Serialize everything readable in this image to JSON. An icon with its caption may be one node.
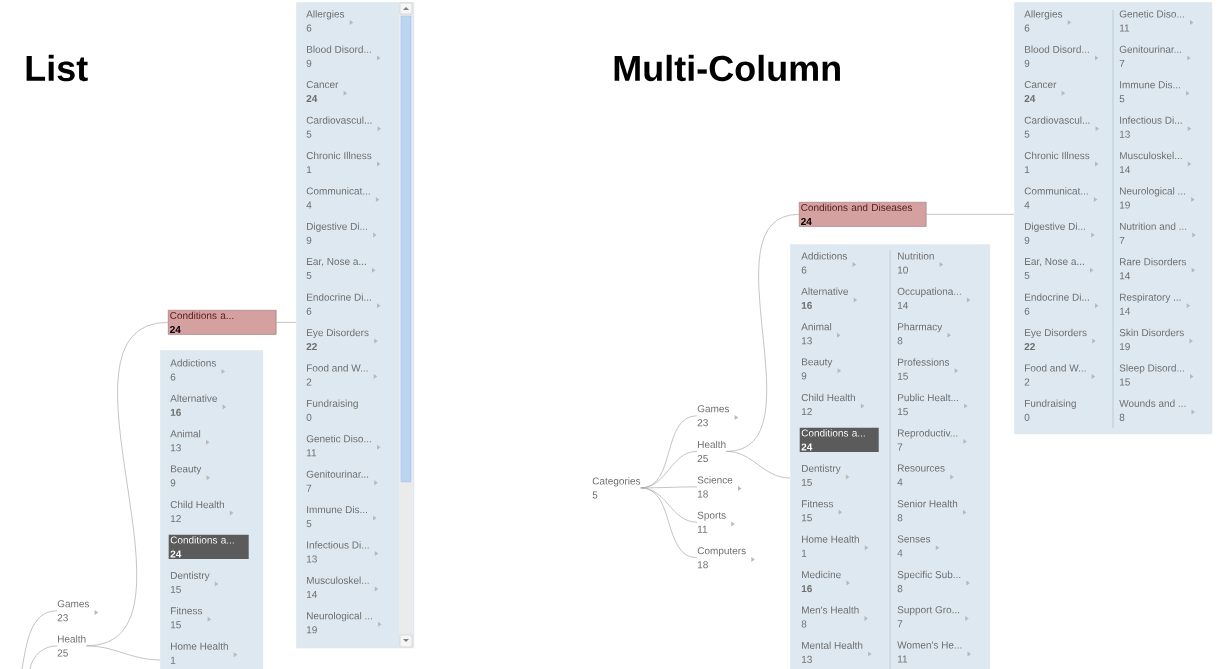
{
  "diagram": {
    "nodes": [
      {
        "text": [
          "Games",
          "23"
        ]
      },
      {
        "text": [
          "Health",
          "25"
        ]
      },
      {
        "text": [
          "Conditions a...",
          "**24**"
        ]
      },
      {
        "text": [],
        "shape": "box"
      },
      {
        "text": [
          "Addictions",
          "6"
        ],
        "in": 3
      },
      {
        "text": [
          "Alternative",
          "**16**"
        ],
        "in": 3
      },
      {
        "text": [
          "Animal",
          "13"
        ],
        "in": 3
      },
      {
        "text": [
          "Beauty",
          "9"
        ],
        "in": 3
      },
      {
        "text": [
          "Child Health",
          "12"
        ],
        "in": 3
      },
      {
        "text": [
          "Conditions a...",
          "**24**"
        ],
        "in": 3
      },
      {
        "text": [
          "Dentistry",
          "15"
        ],
        "in": 3
      },
      {
        "text": [
          "Fitness",
          "15"
        ],
        "in": 3
      },
      {
        "text": [
          "Home Health",
          "1"
        ],
        "in": 3
      },
      {
        "text": [],
        "shape": "box"
      },
      {
        "text": [
          "Allergies",
          "6"
        ],
        "in": 13
      },
      {
        "text": [
          "Blood Disord...",
          "9"
        ],
        "in": 13
      },
      {
        "text": [
          "Cancer",
          "**24**"
        ],
        "in": 13
      },
      {
        "text": [
          "Cardiovascul...",
          "5"
        ],
        "in": 13
      },
      {
        "text": [
          "Chronic Illness",
          "1"
        ],
        "in": 13
      },
      {
        "text": [
          "Communicat...",
          "4"
        ],
        "in": 13
      },
      {
        "text": [
          "Digestive Di...",
          "9"
        ],
        "in": 13
      },
      {
        "text": [
          "Ear, Nose a...",
          "5"
        ],
        "in": 13
      },
      {
        "text": [
          "Endocrine Di...",
          "6"
        ],
        "in": 13
      },
      {
        "text": [
          "Eye Disorders",
          "**22**"
        ],
        "in": 13
      },
      {
        "text": [
          "Food and W...",
          "2"
        ],
        "in": 13
      },
      {
        "text": [
          "Fundraising",
          "0"
        ],
        "in": 13
      },
      {
        "text": [
          "Genetic Diso...",
          "11"
        ],
        "in": 13
      },
      {
        "text": [
          "Genitourinar...",
          "7"
        ],
        "in": 13
      },
      {
        "text": [
          "Immune Dis...",
          "5"
        ],
        "in": 13
      },
      {
        "text": [
          "Infectious Di...",
          "13"
        ],
        "in": 13
      },
      {
        "text": [
          "Musculoskel...",
          "14"
        ],
        "in": 13
      },
      {
        "text": [
          "Neurological ...",
          "19"
        ],
        "in": 13
      },
      {
        "text": [
          "Categories",
          "5"
        ]
      },
      {
        "text": [
          "Games",
          "23"
        ]
      },
      {
        "text": [
          "Health",
          "25"
        ]
      },
      {
        "text": [
          "Science",
          "18"
        ]
      },
      {
        "text": [
          "Sports",
          "11"
        ]
      },
      {
        "text": [
          "Computers",
          "18"
        ]
      },
      {
        "text": [
          "Conditions and Diseases",
          "**24**"
        ]
      },
      {
        "text": [],
        "shape": "box"
      },
      {
        "text": [
          "Addictions",
          "6"
        ],
        "in": 39
      },
      {
        "text": [
          "Alternative",
          "**16**"
        ],
        "in": 39
      },
      {
        "text": [
          "Animal",
          "13"
        ],
        "in": 39
      },
      {
        "text": [
          "Beauty",
          "9"
        ],
        "in": 39
      },
      {
        "text": [
          "Child Health",
          "12"
        ],
        "in": 39
      },
      {
        "text": [
          "Conditions a...",
          "**24**"
        ],
        "in": 39
      },
      {
        "text": [
          "Dentistry",
          "15"
        ],
        "in": 39
      },
      {
        "text": [
          "Fitness",
          "15"
        ],
        "in": 39
      },
      {
        "text": [
          "Home Health",
          "1"
        ],
        "in": 39
      },
      {
        "text": [
          "Medicine",
          "**16**"
        ],
        "in": 39
      },
      {
        "text": [
          "Men's Health",
          "8"
        ],
        "in": 39
      },
      {
        "text": [
          "Mental Health",
          "13"
        ],
        "in": 39
      },
      {
        "text": [
          "Nutrition",
          "10"
        ],
        "in": 39
      },
      {
        "text": [
          "Occupationa...",
          "14"
        ],
        "in": 39
      },
      {
        "text": [
          "Pharmacy",
          "8"
        ],
        "in": 39
      },
      {
        "text": [
          "Professions",
          "15"
        ],
        "in": 39
      },
      {
        "text": [
          "Public Healt...",
          "15"
        ],
        "in": 39
      },
      {
        "text": [
          "Reproductiv...",
          "7"
        ],
        "in": 39
      },
      {
        "text": [
          "Resources",
          "4"
        ],
        "in": 39
      },
      {
        "text": [
          "Senior Health",
          "8"
        ],
        "in": 39
      },
      {
        "text": [
          "Senses",
          "4"
        ],
        "in": 39
      },
      {
        "text": [
          "Specific Sub...",
          "8"
        ],
        "in": 39
      },
      {
        "text": [
          "Support Gro...",
          "7"
        ],
        "in": 39
      },
      {
        "text": [
          "Women's He...",
          "11"
        ],
        "in": 39
      },
      {
        "text": [],
        "shape": "box"
      },
      {
        "text": [
          "Allergies",
          "6"
        ],
        "in": 64
      },
      {
        "text": [
          "Blood Disord...",
          "9"
        ],
        "in": 64
      },
      {
        "text": [
          "Cancer",
          "**24**"
        ],
        "in": 64
      },
      {
        "text": [
          "Cardiovascul...",
          "5"
        ],
        "in": 64
      },
      {
        "text": [
          "Chronic Illness",
          "1"
        ],
        "in": 64
      },
      {
        "text": [
          "Communicat...",
          "4"
        ],
        "in": 64
      },
      {
        "text": [
          "Digestive Di...",
          "9"
        ],
        "in": 64
      },
      {
        "text": [
          "Ear, Nose a...",
          "5"
        ],
        "in": 64
      },
      {
        "text": [
          "Endocrine Di...",
          "6"
        ],
        "in": 64
      },
      {
        "text": [
          "Eye Disorders",
          "**22**"
        ],
        "in": 64
      },
      {
        "text": [
          "Food and W...",
          "2"
        ],
        "in": 64
      },
      {
        "text": [
          "Fundraising",
          "0"
        ],
        "in": 64
      },
      {
        "text": [
          "Genetic Diso...",
          "11"
        ],
        "in": 64
      },
      {
        "text": [
          "Genitourinar...",
          "7"
        ],
        "in": 64
      },
      {
        "text": [
          "Immune Dis...",
          "5"
        ],
        "in": 64
      },
      {
        "text": [
          "Infectious Di...",
          "13"
        ],
        "in": 64
      },
      {
        "text": [
          "Musculoskel...",
          "14"
        ],
        "in": 64
      },
      {
        "text": [
          "Neurological ...",
          "19"
        ],
        "in": 64
      },
      {
        "text": [
          "Nutrition and ...",
          "7"
        ],
        "in": 64
      },
      {
        "text": [
          "Rare Disorders",
          "14"
        ],
        "in": 64
      },
      {
        "text": [
          "Respiratory ...",
          "14"
        ],
        "in": 64
      },
      {
        "text": [
          "Skin Disorders",
          "19"
        ],
        "in": 64
      },
      {
        "text": [
          "Sleep Disord...",
          "15"
        ],
        "in": 64
      },
      {
        "text": [
          "Wounds and ...",
          "8"
        ],
        "in": 64
      }
    ],
    "edges": [
      {
        "from": null,
        "to": 0,
        "arrow": "none"
      },
      {
        "from": null,
        "to": 1,
        "arrow": "none"
      },
      {
        "from": 1,
        "to": 2,
        "arrow": "none"
      },
      {
        "from": 1,
        "to": 3,
        "arrow": "none"
      },
      {
        "from": 2,
        "to": 13,
        "arrow": "none"
      },
      {
        "from": 32,
        "to": 33,
        "arrow": "none"
      },
      {
        "from": 32,
        "to": 34,
        "arrow": "none"
      },
      {
        "from": 32,
        "to": 35,
        "arrow": "none"
      },
      {
        "from": 32,
        "to": 36,
        "arrow": "none"
      },
      {
        "from": 32,
        "to": 37,
        "arrow": "none"
      },
      {
        "from": 34,
        "to": 38,
        "arrow": "none"
      },
      {
        "from": 34,
        "to": 39,
        "arrow": "none"
      },
      {
        "from": 38,
        "to": 64,
        "arrow": "none"
      }
    ],
    "labels": [
      "List",
      "Multi-Column"
    ]
  }
}
